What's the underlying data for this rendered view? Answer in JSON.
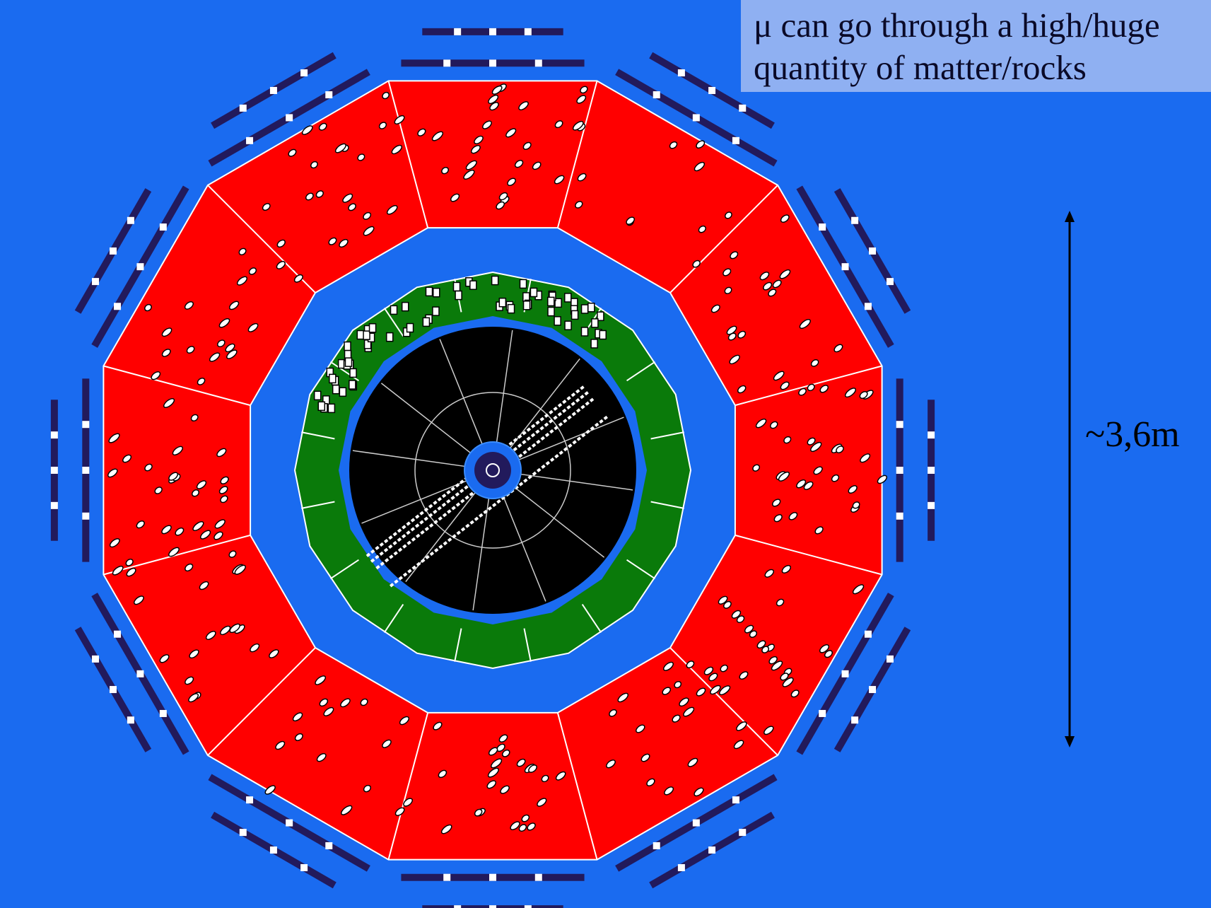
{
  "annotation": {
    "line1": "μ can go through a high/huge",
    "line2": "quantity of matter/rocks"
  },
  "scale_label": "~3,6m",
  "colors": {
    "background": "#1a6bf0",
    "callout_box": "#8fb0f2",
    "muon_chambers": "#221a5c",
    "hadronic_calorimeter": "#ff0000",
    "em_calorimeter": "#0a7a0a",
    "inner_detector": "#000000",
    "hits": "#ffffff"
  }
}
